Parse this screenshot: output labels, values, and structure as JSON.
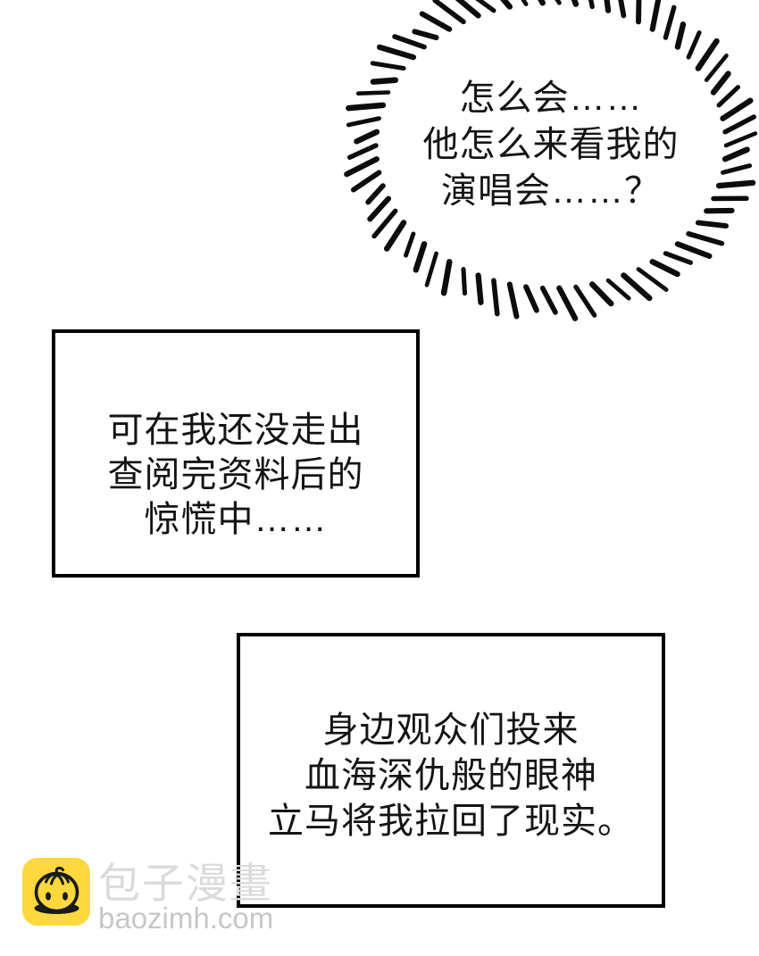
{
  "panel": {
    "burst_bubble": {
      "lines": [
        "怎么会……",
        "他怎么来看我的",
        "演唱会……？"
      ]
    },
    "caption_boxes": [
      {
        "lines": [
          "可在我还没走出",
          "查阅完资料后的",
          "惊慌中……"
        ]
      },
      {
        "lines": [
          "身边观众们投来",
          "血海深仇般的眼神",
          "立马将我拉回了现实。"
        ]
      }
    ]
  },
  "watermark": {
    "icon": "baozi-bun-icon",
    "site_name": "包子漫畫",
    "site_url": "baozimh.com"
  },
  "colors": {
    "background": "#FFFFFF",
    "ink": "#141414",
    "line": "#000000",
    "watermark_icon_bg": "#FFD83D",
    "watermark_name": "#DBDBDB",
    "watermark_url": "#C7C7C7"
  }
}
